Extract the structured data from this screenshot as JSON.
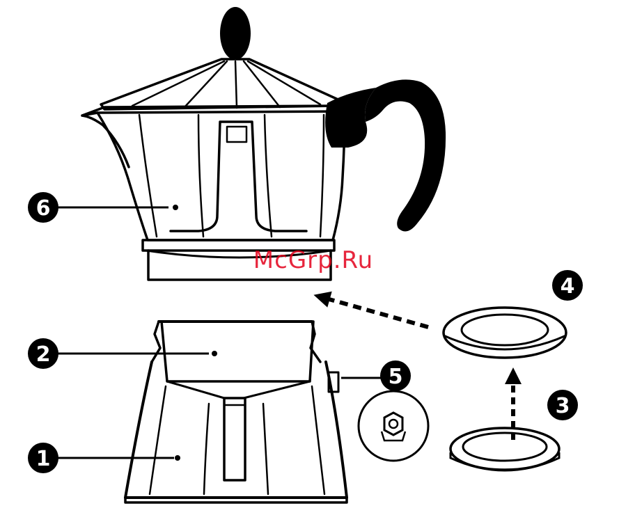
{
  "watermark": "McGrp.Ru",
  "parts": [
    {
      "id": "6",
      "label": "6"
    },
    {
      "id": "2",
      "label": "2"
    },
    {
      "id": "1",
      "label": "1"
    },
    {
      "id": "5",
      "label": "5"
    },
    {
      "id": "4",
      "label": "4"
    },
    {
      "id": "3",
      "label": "3"
    }
  ],
  "colors": {
    "ink": "#000000",
    "paper": "#ffffff",
    "watermark": "#e3001b"
  }
}
